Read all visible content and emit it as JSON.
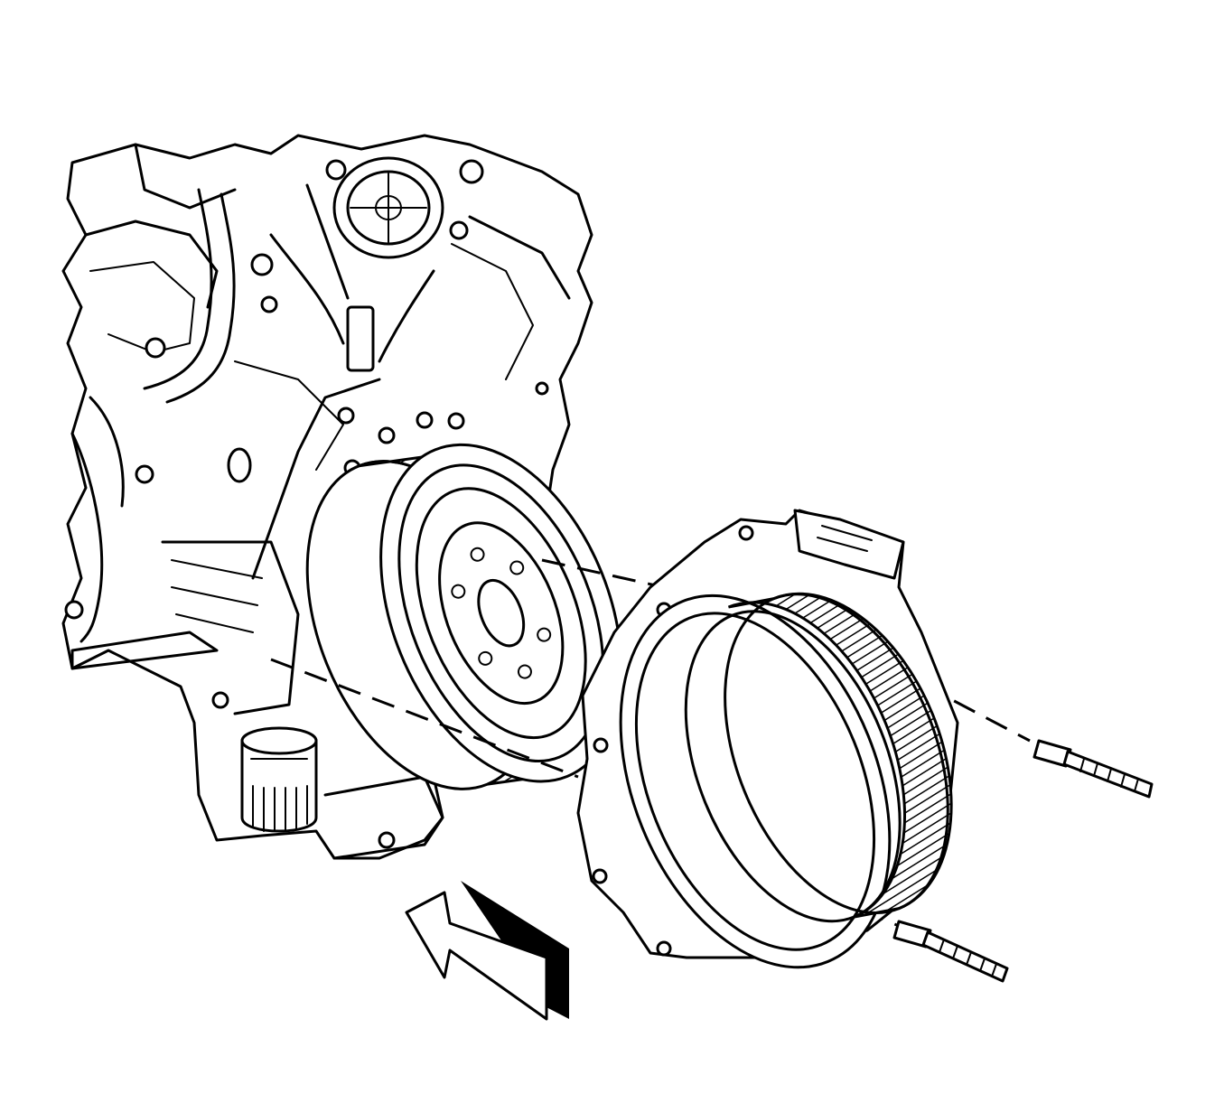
{
  "diagram": {
    "parts": [
      {
        "id": "engine-block",
        "icon": "engine-block-icon"
      },
      {
        "id": "flywheel",
        "icon": "flywheel-ring-gear-icon"
      },
      {
        "id": "bell-housing",
        "icon": "bell-housing-icon"
      },
      {
        "id": "mounting-bolts",
        "icon": "bolt-icon",
        "count": 2
      },
      {
        "id": "direction-arrow",
        "icon": "arrow-up-left-icon"
      }
    ],
    "colors": {
      "ink": "#000000",
      "paper": "#ffffff"
    }
  }
}
